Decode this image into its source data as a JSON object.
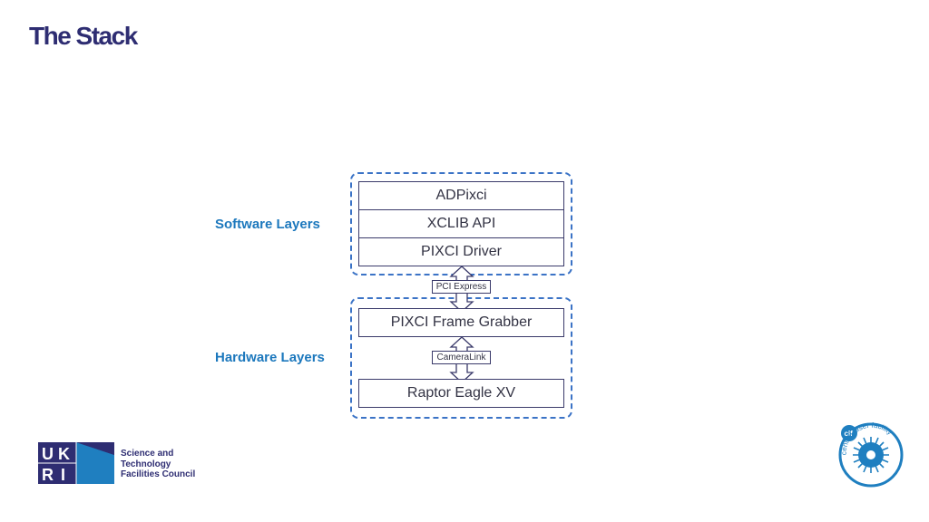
{
  "slide": {
    "title": "The Stack"
  },
  "groups": {
    "software_label": "Software Layers",
    "hardware_label": "Hardware Layers"
  },
  "software_layers": [
    "ADPixci",
    "XCLIB API",
    "PIXCI Driver"
  ],
  "connectors": {
    "pci": "PCI Express",
    "cameralink": "CameraLink"
  },
  "hardware_layers": [
    "PIXCI Frame Grabber",
    "Raptor Eagle XV"
  ],
  "footer": {
    "ukri_logo_text": "UKRI",
    "stfc_lines": [
      "Science and",
      "Technology",
      "Facilities Council"
    ],
    "clf_logo_text": "central laser facility",
    "clf_abbrev": "clf"
  },
  "colors": {
    "title": "#2e2d72",
    "group_label": "#1c78bd",
    "group_border": "#3b73c6",
    "box_border": "#3a3a6a",
    "ukri_blue": "#2e2d72",
    "clf_blue": "#1f7fc0"
  },
  "icons": {
    "pci_arrow": "double-headed-vertical-arrow",
    "cameralink_arrow": "double-headed-vertical-arrow"
  }
}
